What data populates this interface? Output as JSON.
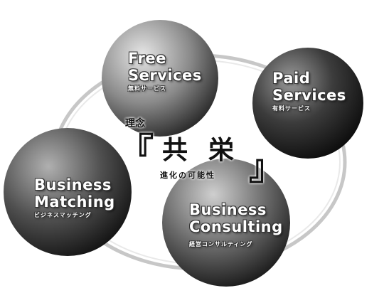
{
  "colors": {
    "sphere_light": "#d8d8d8",
    "sphere_dark": "#1e1e1e",
    "text": "#ffffff",
    "ring": "#bdbdbd",
    "ink": "#111111"
  },
  "spheres": {
    "free": {
      "line1": "Free",
      "line2": "Services",
      "sub": "無料サービス"
    },
    "paid": {
      "line1": "Paid",
      "line2": "Services",
      "sub": "有料サービス"
    },
    "matching": {
      "line1": "Business",
      "line2": "Matching",
      "sub": "ビジネスマッチング"
    },
    "consulting": {
      "line1": "Business",
      "line2": "Consulting",
      "sub": "経営コンサルティング"
    }
  },
  "center": {
    "label": "理念",
    "open_bracket": "『",
    "kanji1": "共",
    "kanji2": "栄",
    "close_bracket": "』",
    "tagline": "進化の可能性"
  }
}
